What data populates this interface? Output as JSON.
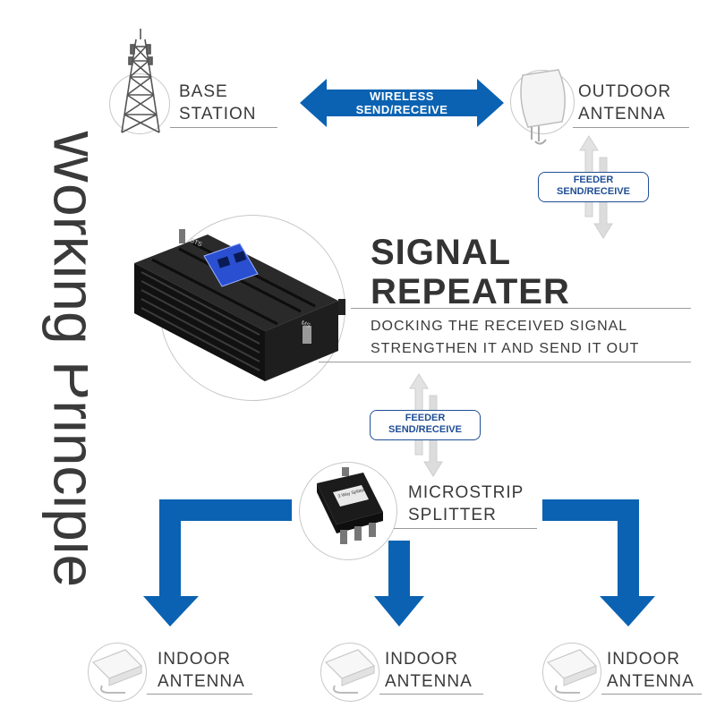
{
  "title": "Working Principle",
  "base_station": {
    "line1": "BASE",
    "line2": "STATION"
  },
  "outdoor_antenna": {
    "line1": "OUTDOOR",
    "line2": "ANTENNA"
  },
  "wireless": {
    "line1": "WIRELESS",
    "line2": "SEND/RECEIVE"
  },
  "feeder_top": {
    "line1": "FEEDER",
    "line2": "SEND/RECEIVE"
  },
  "feeder_bottom": {
    "line1": "FEEDER",
    "line2": "SEND/RECEIVE"
  },
  "repeater": {
    "line1": "SIGNAL",
    "line2": "REPEATER",
    "desc1": "DOCKING THE RECEIVED SIGNAL",
    "desc2": "STRENGTHEN IT AND SEND IT OUT",
    "port_bts": "BTS",
    "port_ms": "MS"
  },
  "splitter": {
    "line1": "MICROSTRIP",
    "line2": "SPLITTER",
    "device_label": "3 Way Splitter"
  },
  "indoor": [
    {
      "line1": "INDOOR",
      "line2": "ANTENNA"
    },
    {
      "line1": "INDOOR",
      "line2": "ANTENNA"
    },
    {
      "line1": "INDOOR",
      "line2": "ANTENNA"
    }
  ],
  "colors": {
    "blue": "#0b62b2",
    "navy": "#1f4e96",
    "text": "#3a3a3a",
    "device": "#1b1b1b",
    "lcd": "#2a4fd0"
  }
}
